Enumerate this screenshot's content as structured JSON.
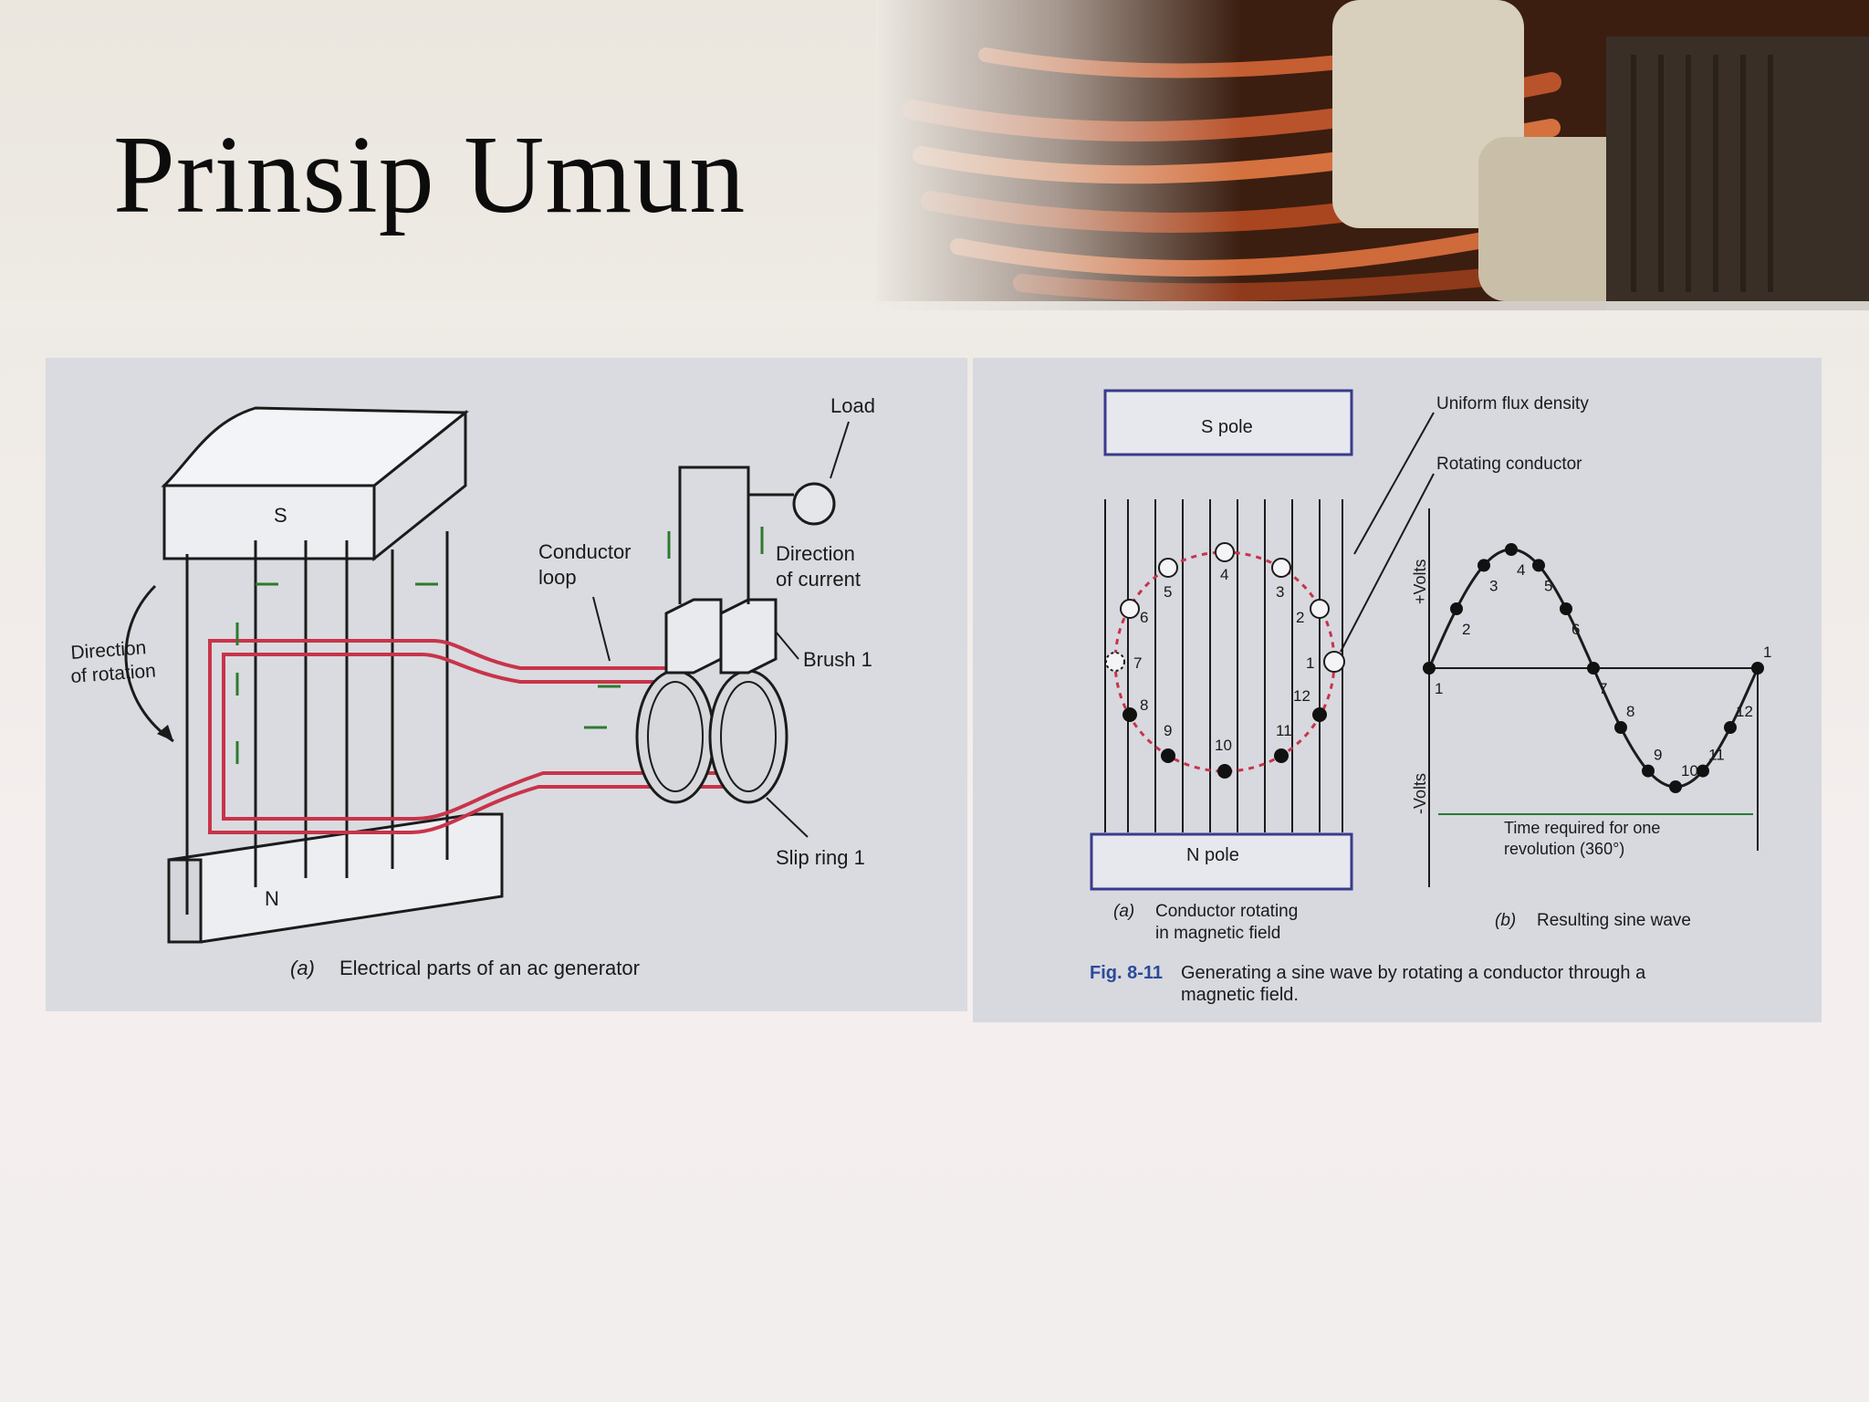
{
  "slide": {
    "title": "Prinsip Umun"
  },
  "figure_a": {
    "pole_s": "S",
    "pole_n": "N",
    "load": "Load",
    "conductor_loop": [
      "Conductor",
      "loop"
    ],
    "direction_current": [
      "Direction",
      "of current"
    ],
    "brush": "Brush 1",
    "slip_ring": "Slip ring 1",
    "direction_rotation": [
      "Direction",
      "of rotation"
    ],
    "caption_letter": "(a)",
    "caption": "Electrical parts of an ac generator"
  },
  "figure_b": {
    "s_pole": "S pole",
    "n_pole": "N pole",
    "uniform_flux": "Uniform flux density",
    "rotating_conductor": "Rotating conductor",
    "plus_volts": "+Volts",
    "minus_volts": "-Volts",
    "time_required": [
      "Time required for one",
      "revolution (360°)"
    ],
    "caption_a_letter": "(a)",
    "caption_a": [
      "Conductor rotating",
      "in magnetic field"
    ],
    "caption_b_letter": "(b)",
    "caption_b": "Resulting sine wave",
    "fig_label": "Fig. 8-11",
    "fig_caption": [
      "Generating a sine wave by rotating a conductor through a",
      "magnetic field."
    ],
    "position_numbers": [
      "1",
      "2",
      "3",
      "4",
      "5",
      "6",
      "7",
      "8",
      "9",
      "10",
      "11",
      "12"
    ],
    "wave_numbers": [
      "1",
      "2",
      "3",
      "4",
      "5",
      "6",
      "7",
      "8",
      "9",
      "10",
      "11",
      "12",
      "1"
    ]
  },
  "colors": {
    "accent_red": "#c8344a",
    "arrow_green": "#2e7a2e",
    "pole_blue": "#3a3a8c"
  }
}
